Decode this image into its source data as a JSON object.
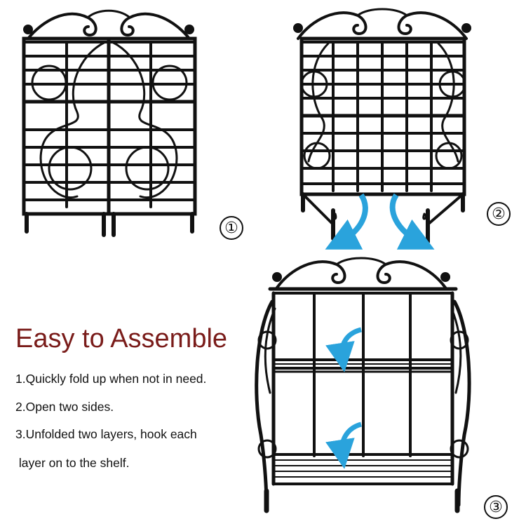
{
  "heading": "Easy to Assemble",
  "steps": [
    "1.Quickly fold up when not in need.",
    "2.Open two sides.",
    "3.Unfolded two layers, hook each",
    " layer on to the shelf."
  ],
  "step_markers": [
    "①",
    "②",
    "③"
  ],
  "colors": {
    "heading": "#7a1c1a",
    "arrow": "#2aa3dc",
    "metal": "#111111"
  },
  "icons": [
    "folded-rack-illustration",
    "opening-rack-illustration",
    "assembled-rack-illustration",
    "curved-arrow-icon"
  ]
}
